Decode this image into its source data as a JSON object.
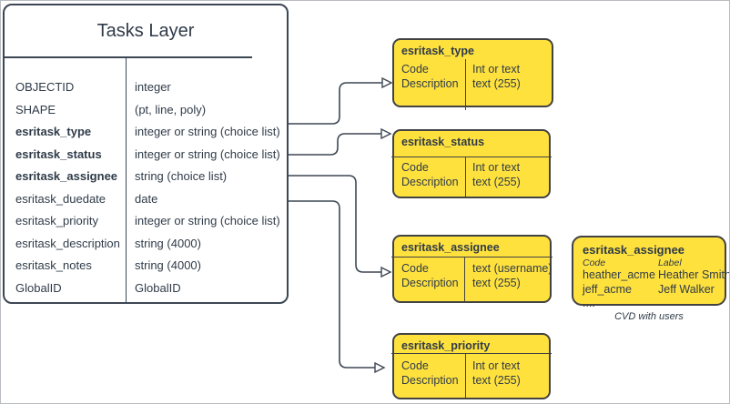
{
  "colors": {
    "yellow": "#FFE13E",
    "stroke": "#3D4754",
    "text": "#2F3B48",
    "box-border": "#424242",
    "canvas-border": "#B8BDC2"
  },
  "table": {
    "title": "Tasks Layer",
    "rows": [
      {
        "field": "OBJECTID",
        "type": "integer",
        "bold": false
      },
      {
        "field": "SHAPE",
        "type": "(pt, line, poly)",
        "bold": false
      },
      {
        "field": "esritask_type",
        "type": "integer or string (choice list)",
        "bold": true
      },
      {
        "field": "esritask_status",
        "type": "integer or string (choice list)",
        "bold": true
      },
      {
        "field": "esritask_assignee",
        "type": "string (choice list)",
        "bold": true
      },
      {
        "field": "esritask_duedate",
        "type": "date",
        "bold": false
      },
      {
        "field": "esritask_priority",
        "type": "integer or string (choice list)",
        "bold": false
      },
      {
        "field": "esritask_description",
        "type": "string (4000)",
        "bold": false
      },
      {
        "field": "esritask_notes",
        "type": "string (4000)",
        "bold": false
      },
      {
        "field": "GlobalID",
        "type": "GlobalID",
        "bold": false
      }
    ]
  },
  "domains": [
    {
      "title": "esritask_type",
      "left": [
        "Code",
        "Description"
      ],
      "right": [
        "Int or text",
        "text (255)"
      ]
    },
    {
      "title": "esritask_status",
      "left": [
        "Code",
        "Description"
      ],
      "right": [
        "Int or text",
        "text (255)"
      ]
    },
    {
      "title": "esritask_assignee",
      "left": [
        "Code",
        "Description"
      ],
      "right": [
        "text (username)",
        "text (255)"
      ]
    },
    {
      "title": "esritask_priority",
      "left": [
        "Code",
        "Description"
      ],
      "right": [
        "Int or text",
        "text (255)"
      ]
    }
  ],
  "cvd": {
    "title": "esritask_assignee",
    "col_headers": [
      "Code",
      "Label"
    ],
    "rows": [
      [
        "heather_acme",
        "Heather Smith"
      ],
      [
        "jeff_acme",
        "Jeff Walker"
      ]
    ],
    "ellipsis": "....",
    "caption": "CVD with users"
  }
}
